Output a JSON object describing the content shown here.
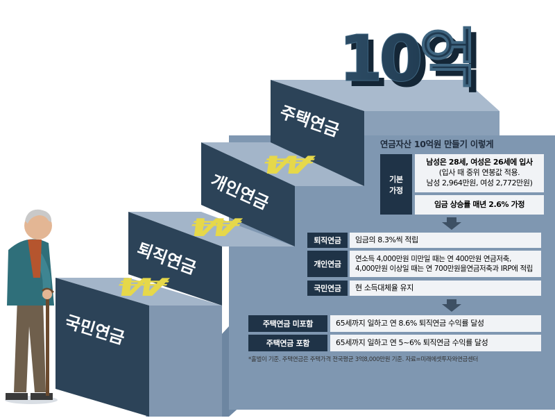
{
  "headline": "10억",
  "steps": [
    {
      "label": "국민연금"
    },
    {
      "label": "퇴직연금"
    },
    {
      "label": "개인연금"
    },
    {
      "label": "주택연금"
    }
  ],
  "title": "연금자산 10억원 만들기 이렇게",
  "basic": {
    "label": "기본\n가정",
    "line1": "남성은 28세, 여성은 26세에 입사",
    "line2": "(입사 때 중위 연봉값 적용.",
    "line3": "남성 2,964만원, 여성 2,772만원)",
    "line4": "임금 상승률 매년 2.6% 가정"
  },
  "plans": [
    {
      "label": "퇴직연금",
      "text": "임금의 8.3%씩 적립"
    },
    {
      "label": "개인연금",
      "text": "연소득 4,000만원 미만일 때는 연 400만원 연금저축,",
      "text2": "4,000만원 이상일 때는 연 700만원을연금저축과 IRP에 적립"
    },
    {
      "label": "국민연금",
      "text": "현 소득대체율 유지"
    }
  ],
  "results": [
    {
      "label": "주택연금 미포함",
      "text": "65세까지 일하고 연 8.6% 퇴직연금 수익률 달성"
    },
    {
      "label": "주택연금 포함",
      "text": "65세까지 일하고 연 5~6% 퇴직연금 수익률 달성"
    }
  ],
  "footnote": "*홀벌이 기준. 주택연금은 주택가격 전국평균 3억8,000만원 기준.  자료=미래에셋투자와연금센터",
  "colors": {
    "step_front": "#2c4358",
    "step_top": "#9fb1c5",
    "step_side": "#7891ac",
    "coin": "#e6d84a",
    "label_dark": "#1f3347",
    "arrow": "#3d5064"
  }
}
